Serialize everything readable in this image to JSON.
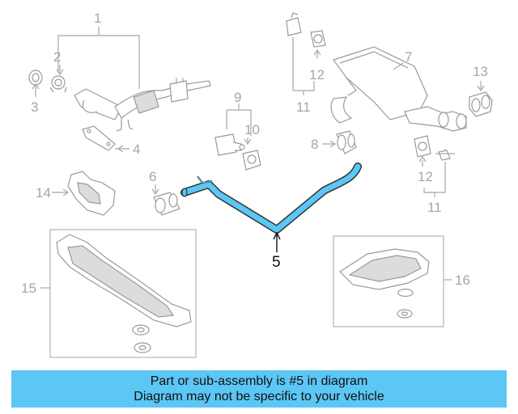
{
  "labels": {
    "l1": "1",
    "l2": "2",
    "l3": "3",
    "l4": "4",
    "l5": "5",
    "l6": "6",
    "l7": "7",
    "l8": "8",
    "l9": "9",
    "l10": "10",
    "l11a": "11",
    "l11b": "11",
    "l12a": "12",
    "l12b": "12",
    "l13": "13",
    "l14": "14",
    "l15": "15",
    "l16": "16"
  },
  "colors": {
    "highlight": "#5cc6f5",
    "banner": "#5cc6f5",
    "line": "#9a9a9a",
    "text": "#111111"
  },
  "banner": {
    "line1": "Part or sub-assembly is #5 in diagram",
    "line2": "Diagram may not be specific to your vehicle"
  }
}
